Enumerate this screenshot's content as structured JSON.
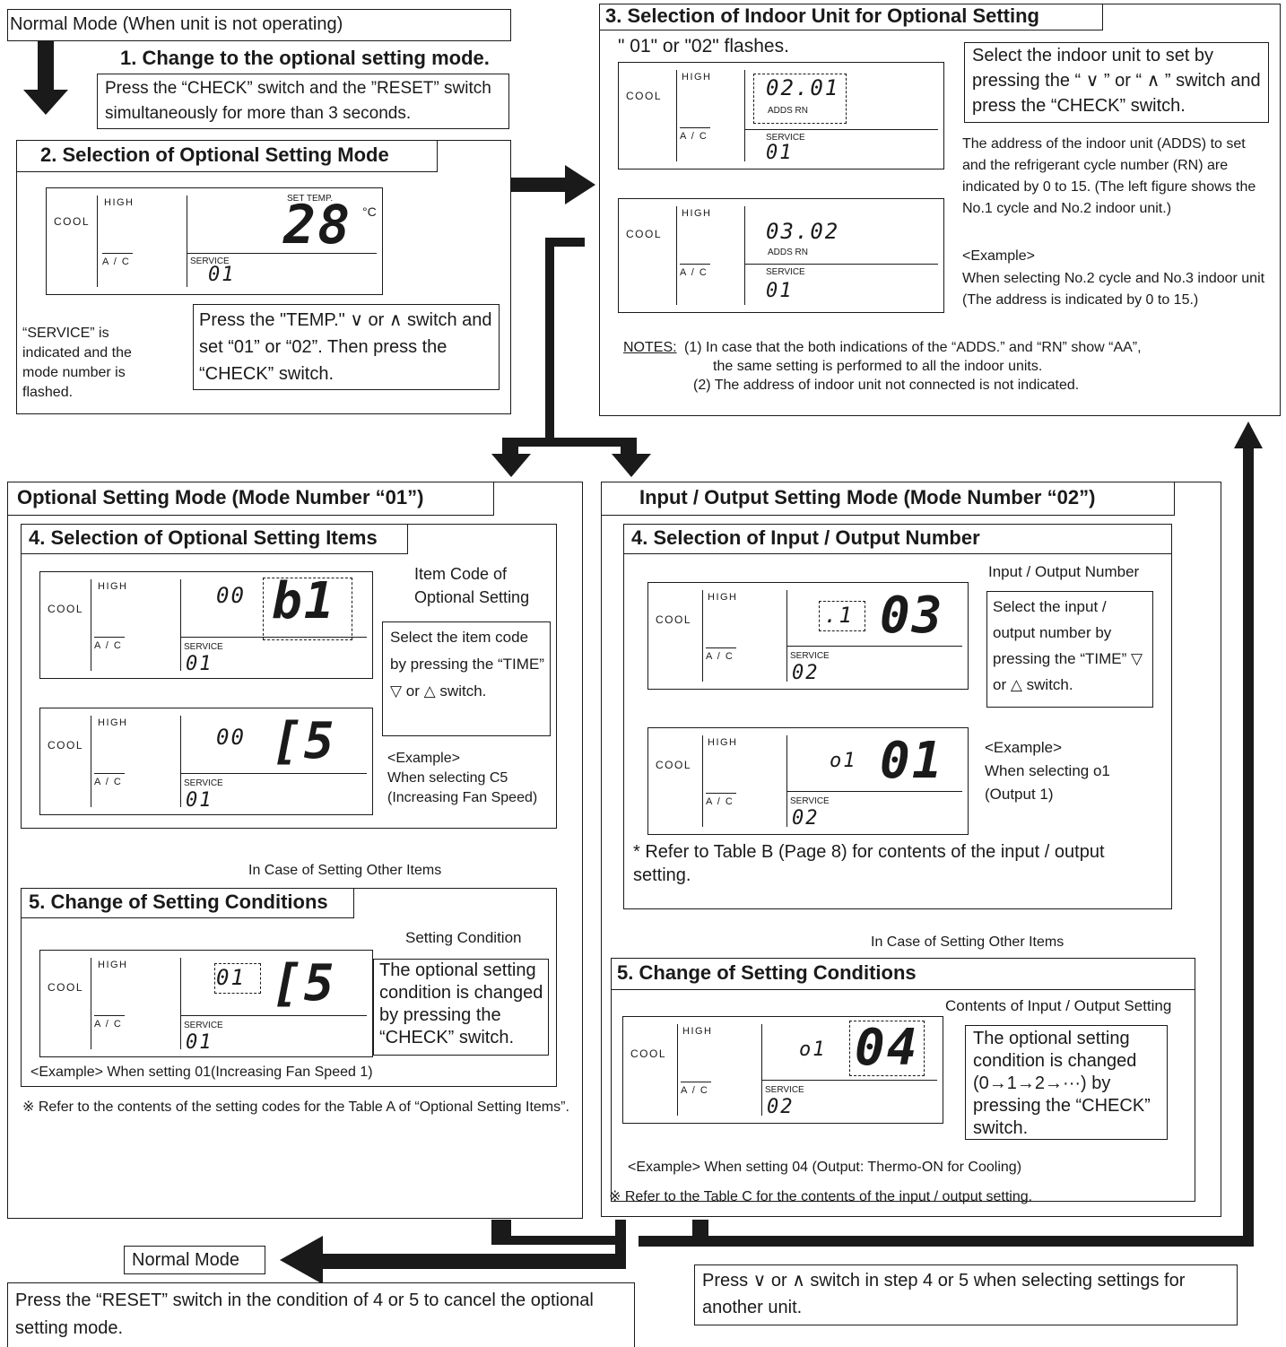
{
  "normal_mode_box": {
    "label": "Normal Mode (When unit is not operating)"
  },
  "step1": {
    "title": "1. Change to the optional setting mode.",
    "text": "Press the “CHECK” switch and the ”RESET” switch simultaneously for more than 3 seconds."
  },
  "step2": {
    "title": "2. Selection of Optional Setting Mode",
    "note": "“SERVICE” is indicated and the mode number is flashed.",
    "instruction": "Press the \"TEMP.\" ∨ or ∧ switch and set “01” or “02”.  Then press the “CHECK” switch."
  },
  "step3": {
    "title": "3. Selection of Indoor Unit for Optional Setting",
    "flash_note": "\" 01\" or \"02\" flashes.",
    "instruction": "Select the indoor unit to set by pressing the “ ∨ ” or “ ∧  ” switch and press the “CHECK” switch.",
    "address_note": "The address of the indoor unit (ADDS) to set and the refrigerant cycle number (RN) are indicated by 0 to 15. (The left figure shows the No.1 cycle and No.2 indoor unit.)",
    "example_label": "<Example>",
    "example_text": "When selecting No.2 cycle and No.3 indoor unit (The address is indicated by 0 to 15.)",
    "notes_label": "NOTES:",
    "note1": "(1) In case that the both indications of the “ADDS.” and “RN” show “AA”,",
    "note1b": "the same setting is performed to all the indoor units.",
    "note2": "(2) The address of indoor unit not connected is not indicated."
  },
  "mode01": {
    "title": "Optional Setting Mode (Mode Number “01”)",
    "step4_title": "4. Selection of Optional Setting Items",
    "item_code_label": "Item Code of Optional Setting",
    "select_text": "Select the item code by pressing the “TIME” ▽ or △ switch.",
    "example_label": "<Example>",
    "example_text": "When selecting C5 (Increasing Fan Speed)",
    "other_items": "In Case of Setting Other Items",
    "step5_title": "5. Change of Setting Conditions",
    "setting_condition_label": "Setting Condition",
    "change_text": "The optional setting condition is changed by pressing the “CHECK” switch.",
    "example_setting": "<Example> When setting 01(Increasing Fan Speed 1)",
    "refer_text": "※ Refer to the contents of the setting codes for the Table A of “Optional Setting Items”."
  },
  "mode02": {
    "title": "Input / Output Setting Mode (Mode Number “02”)",
    "step4_title": "4. Selection of Input / Output Number",
    "io_number_label": "Input / Output Number",
    "select_text": "Select the input / output number by pressing the “TIME” ▽ or △ switch.",
    "example_label": "<Example>",
    "example_text": "When selecting o1 (Output 1)",
    "refer_b": "* Refer to Table B (Page 8) for contents of the input / output setting.",
    "other_items": "In Case of Setting Other Items",
    "step5_title": "5. Change of Setting Conditions",
    "contents_label": "Contents of Input / Output Setting",
    "change_text": "The optional setting condition is changed (0→1→2→···) by pressing the “CHECK” switch.",
    "example_setting": "<Example> When setting 04 (Output: Thermo-ON for Cooling)",
    "refer_c": "※ Refer to the Table C for the contents of the input / output setting."
  },
  "bottom": {
    "normal_mode": "Normal Mode",
    "reset_text": "Press the “RESET” switch in the condition of 4 or 5 to cancel the optional setting mode.",
    "another_unit_text": "Press ∨ or ∧ switch in step 4 or 5 when selecting settings for another unit."
  },
  "lcd": {
    "cool": "COOL",
    "high": "HIGH",
    "ac": "A / C",
    "service": "SERVICE",
    "set_temp": "SET TEMP.",
    "celsius": "°C",
    "adds_rn": "ADDS  RN",
    "disp_temp": "28",
    "disp_mode": "01",
    "disp_addr1": "02.01",
    "disp_addr2": "03.02",
    "disp_00": "00",
    "disp_b1": "b1",
    "disp_c5": "[5",
    "disp_01": "01",
    "disp_i1": ".1",
    "disp_03": "03",
    "disp_o1": "o1",
    "disp_01b": "01",
    "disp_02": "02",
    "disp_04": "04"
  }
}
